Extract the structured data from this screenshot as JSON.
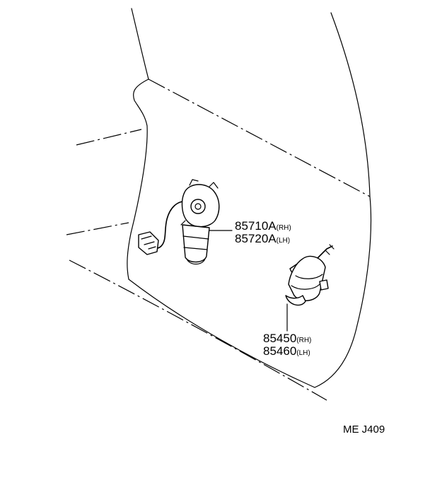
{
  "diagram": {
    "callouts": [
      {
        "part_number": "85710A",
        "suffix": "(RH)"
      },
      {
        "part_number": "85720A",
        "suffix": "(LH)"
      },
      {
        "part_number": "85450",
        "suffix": "(RH)"
      },
      {
        "part_number": "85460",
        "suffix": "(LH)"
      }
    ],
    "drawing_code": "ME J409"
  }
}
